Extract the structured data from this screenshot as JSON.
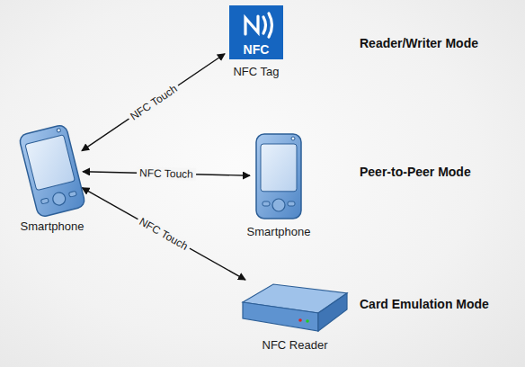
{
  "diagram": {
    "nodes": [
      {
        "text": [
          "Smartphone"
        ]
      },
      {
        "text": [
          "NFC",
          "NFC Tag"
        ]
      },
      {
        "text": [
          "Smartphone"
        ]
      },
      {
        "text": [
          "NFC Reader"
        ]
      }
    ],
    "edges": [
      {
        "from": 0,
        "to": 1,
        "label": "NFC Touch",
        "arrow": "both"
      },
      {
        "from": 0,
        "to": 2,
        "label": "NFC Touch",
        "arrow": "both"
      },
      {
        "from": 0,
        "to": 3,
        "label": "NFC Touch",
        "arrow": "both"
      }
    ],
    "labels": [
      "Reader/Writer Mode",
      "Peer-to-Peer Mode",
      "Card Emulation Mode"
    ]
  }
}
